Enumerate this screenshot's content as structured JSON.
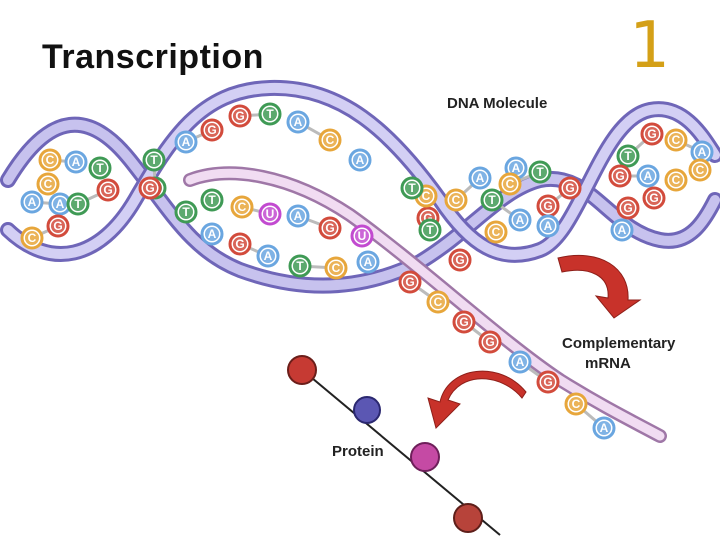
{
  "slide": {
    "title": "Transcription",
    "slide_number": "1"
  },
  "labels": {
    "dna_molecule": "DNA Molecule",
    "mrna_line1": "Complementary",
    "mrna_line2": "mRNA",
    "protein": "Protein"
  },
  "colors": {
    "backbone": "#b9b3e6",
    "backbone_edge": "#6f66b8",
    "mrna": "#e9c8ea",
    "arrow": "#c8322a",
    "title_accent": "#d4a017",
    "A": "#6aa6e0",
    "T": "#3f9a55",
    "G": "#d24b3c",
    "C": "#e7a63b",
    "U": "#c24ad0"
  },
  "bases": [
    {
      "letter": "C"
    },
    {
      "letter": "A"
    },
    {
      "letter": "T"
    },
    {
      "letter": "C"
    },
    {
      "letter": "A"
    },
    {
      "letter": "A"
    },
    {
      "letter": "T"
    },
    {
      "letter": "G"
    },
    {
      "letter": "G"
    },
    {
      "letter": "C"
    },
    {
      "letter": "T"
    },
    {
      "letter": "T"
    },
    {
      "letter": "A"
    },
    {
      "letter": "G"
    },
    {
      "letter": "G"
    },
    {
      "letter": "T"
    },
    {
      "letter": "A"
    },
    {
      "letter": "C"
    },
    {
      "letter": "A"
    },
    {
      "letter": "T"
    },
    {
      "letter": "C"
    },
    {
      "letter": "U"
    },
    {
      "letter": "A"
    },
    {
      "letter": "G"
    },
    {
      "letter": "U"
    },
    {
      "letter": "A"
    },
    {
      "letter": "G"
    },
    {
      "letter": "A"
    },
    {
      "letter": "T"
    },
    {
      "letter": "C"
    },
    {
      "letter": "A"
    },
    {
      "letter": "T"
    },
    {
      "letter": "G"
    },
    {
      "letter": "G"
    },
    {
      "letter": "C"
    },
    {
      "letter": "A"
    },
    {
      "letter": "T"
    },
    {
      "letter": "C"
    },
    {
      "letter": "T"
    },
    {
      "letter": "A"
    },
    {
      "letter": "G"
    },
    {
      "letter": "G"
    },
    {
      "letter": "A"
    },
    {
      "letter": "C"
    },
    {
      "letter": "T"
    },
    {
      "letter": "G"
    },
    {
      "letter": "C"
    },
    {
      "letter": "A"
    },
    {
      "letter": "G"
    },
    {
      "letter": "A"
    },
    {
      "letter": "C"
    },
    {
      "letter": "G"
    },
    {
      "letter": "G"
    },
    {
      "letter": "A"
    },
    {
      "letter": "G"
    },
    {
      "letter": "C"
    },
    {
      "letter": "G"
    },
    {
      "letter": "G"
    },
    {
      "letter": "A"
    },
    {
      "letter": "G"
    },
    {
      "letter": "C"
    },
    {
      "letter": "A"
    },
    {
      "letter": "T"
    },
    {
      "letter": "G"
    },
    {
      "letter": "C"
    },
    {
      "letter": "A"
    },
    {
      "letter": "T"
    },
    {
      "letter": "C"
    }
  ]
}
